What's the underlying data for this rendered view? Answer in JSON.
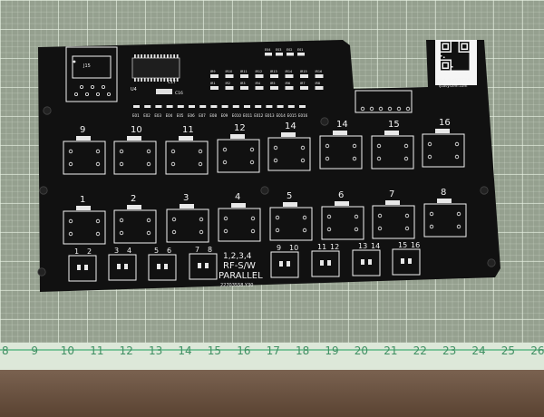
{
  "board": {
    "title_lines": [
      "1,2,3,4",
      "RF-S/W",
      "PARALLEL"
    ],
    "part_number": "22703558.Y30",
    "connector_label": "J15",
    "ic_label": "U4",
    "cap_label": "C17",
    "bottom_chip_label": "C16",
    "brand_name": "IJOA SYSTEM",
    "brand_url": "ijoasystem.com",
    "top_row_labels": [
      "9",
      "10",
      "11",
      "12",
      "14",
      "14",
      "15",
      "16"
    ],
    "bottom_row_labels": [
      "1",
      "2",
      "3",
      "4",
      "5",
      "6",
      "7",
      "8"
    ],
    "pad_pair_labels": [
      [
        "1",
        "2"
      ],
      [
        "3",
        "4"
      ],
      [
        "5",
        "6"
      ],
      [
        "7",
        "8"
      ],
      [
        "9",
        "10"
      ],
      [
        "11",
        "12"
      ],
      [
        "13",
        "14"
      ],
      [
        "15",
        "16"
      ]
    ],
    "ed_labels": [
      "E01",
      "E02",
      "E03",
      "E04",
      "E05",
      "E06",
      "E07",
      "E08",
      "E09",
      "E010",
      "E011",
      "E012",
      "E013",
      "E014",
      "E015",
      "E016"
    ],
    "ir_top": [
      "IR9",
      "IR10",
      "IR11",
      "IR12",
      "IR13",
      "IR14",
      "IR15",
      "IR16"
    ],
    "ir_bottom": [
      "IR1",
      "IR2",
      "IR3",
      "IR4",
      "IR5",
      "IR6",
      "IR7",
      "IR8"
    ],
    "ed_top_labels": [
      "E04",
      "E03",
      "E02",
      "E01"
    ]
  },
  "ruler": {
    "numbers": [
      "8",
      "9",
      "10",
      "11",
      "12",
      "13",
      "14",
      "15",
      "16",
      "17",
      "18",
      "19",
      "20",
      "21",
      "22",
      "23",
      "24",
      "25",
      "26"
    ]
  },
  "colors": {
    "pcb": "#111111",
    "silkscreen": "#f2f2f2",
    "ruler_accent": "#3f8f62"
  }
}
